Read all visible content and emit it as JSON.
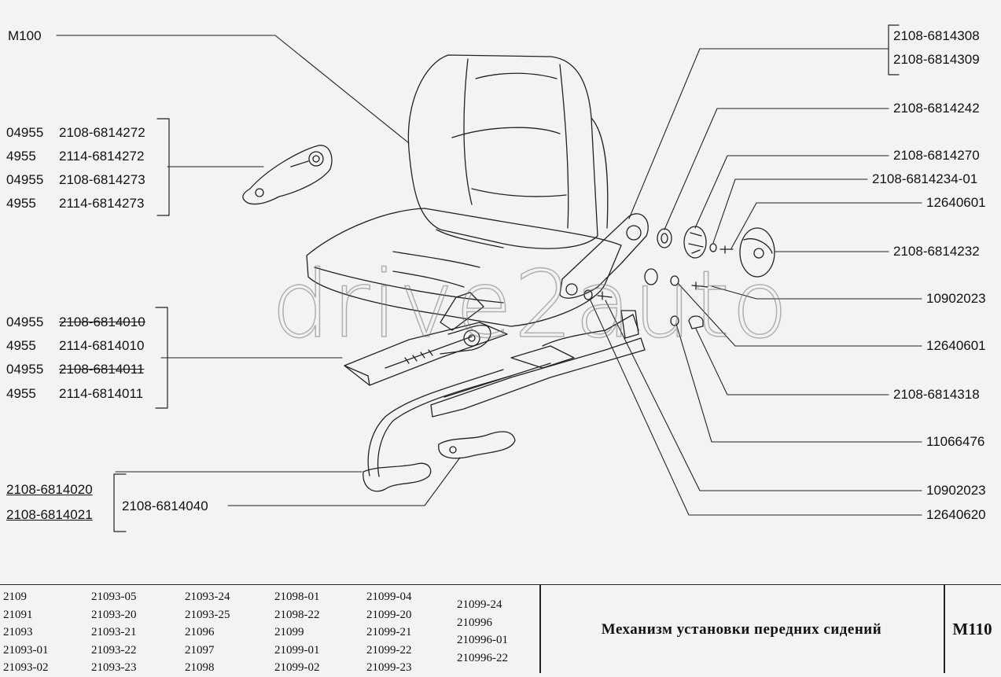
{
  "labels": {
    "m100": "M100",
    "l_a1": "04955",
    "l_a1b": "2108-6814272",
    "l_a2": "4955",
    "l_a2b": "2114-6814272",
    "l_a3": "04955",
    "l_a3b": "2108-6814273",
    "l_a4": "4955",
    "l_a4b": "2114-6814273",
    "l_b1": "04955",
    "l_b1b": "2108-6814010",
    "l_b2": "4955",
    "l_b2b": "2114-6814010",
    "l_b3": "04955",
    "l_b3b": "2108-6814011",
    "l_b4": "4955",
    "l_b4b": "2114-6814011",
    "l_c1": "2108-6814020",
    "l_c2": "2108-6814021",
    "l_c3": "2108-6814040",
    "r1": "2108-6814308",
    "r2": "2108-6814309",
    "r3": "2108-6814242",
    "r4": "2108-6814270",
    "r5": "2108-6814234-01",
    "r6": "12640601",
    "r7": "2108-6814232",
    "r8": "10902023",
    "r9": "12640601",
    "r10": "2108-6814318",
    "r11": "11066476",
    "r12": "10902023",
    "r13": "12640620"
  },
  "watermark": "drive2auto",
  "models": [
    [
      "2109",
      "21091",
      "21093",
      "21093-01",
      "21093-02"
    ],
    [
      "21093-05",
      "21093-20",
      "21093-21",
      "21093-22",
      "21093-23"
    ],
    [
      "21093-24",
      "21093-25",
      "21096",
      "21097",
      "21098"
    ],
    [
      "21098-01",
      "21098-22",
      "21099",
      "21099-01",
      "21099-02"
    ],
    [
      "21099-04",
      "21099-20",
      "21099-21",
      "21099-22",
      "21099-23"
    ],
    [
      "21099-24",
      "210996",
      "210996-01",
      "210996-22"
    ]
  ],
  "title": "Механизм установки передних сидений",
  "code": "M110"
}
